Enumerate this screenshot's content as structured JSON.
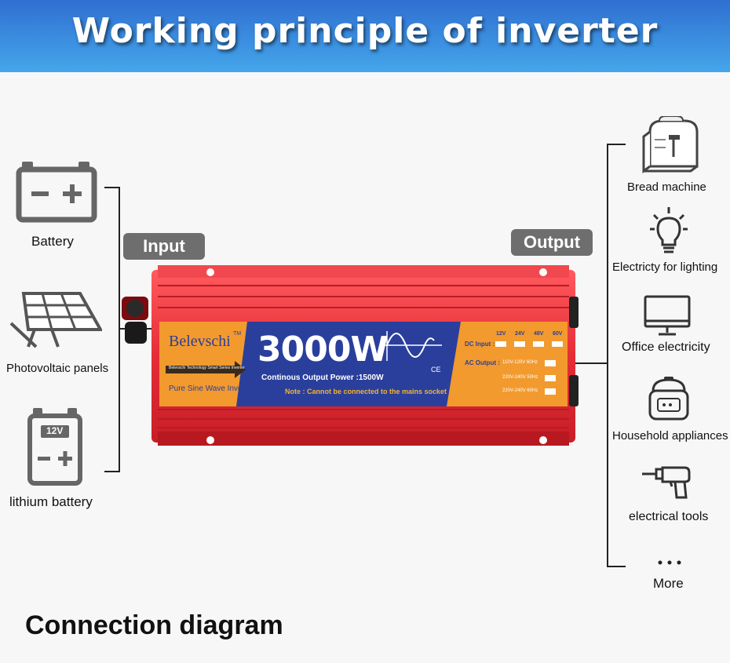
{
  "header": {
    "title": "Working principle of inverter"
  },
  "input": {
    "tag": "Input",
    "sources": [
      {
        "label": "Battery",
        "icon": "battery-icon"
      },
      {
        "label": "Photovoltaic panels",
        "icon": "solar-panel-icon"
      },
      {
        "label": "lithium battery",
        "icon": "lithium-battery-icon",
        "badge": "12V"
      }
    ]
  },
  "output": {
    "tag": "Output",
    "loads": [
      {
        "label": "Bread machine",
        "icon": "toaster-icon"
      },
      {
        "label": "Electricty for lighting",
        "icon": "light-bulb-icon"
      },
      {
        "label": "Office electricity",
        "icon": "monitor-icon"
      },
      {
        "label": "Household appliances",
        "icon": "rice-cooker-icon"
      },
      {
        "label": "electrical tools",
        "icon": "drill-icon"
      },
      {
        "label": "More",
        "icon": "more-dots-icon"
      }
    ]
  },
  "inverter": {
    "brand": "Belevschi",
    "trademark": "TM",
    "tagline": "Belevschi Technology Smart Series Inverter",
    "type": "Pure Sine Wave Inverter",
    "power": "3000W",
    "continuous": "Continous Output Power :1500W",
    "note": "Note : Cannot be connected to the mains socket",
    "ce": "CE",
    "dc_label": "DC Input :",
    "dc_options": [
      "12V",
      "24V",
      "48V",
      "60V"
    ],
    "ac_label": "AC Output :",
    "ac_options": [
      "110V-120V 60Hz",
      "220V-240V 50Hz",
      "220V-240V 60Hz"
    ]
  },
  "footer": {
    "title": "Connection diagram"
  },
  "colors": {
    "banner": "#3b8ee0",
    "inverter_body": "#e8343c",
    "panel_orange": "#f29a2e",
    "panel_blue": "#2a3f9c",
    "tag": "#6e6e6e"
  }
}
